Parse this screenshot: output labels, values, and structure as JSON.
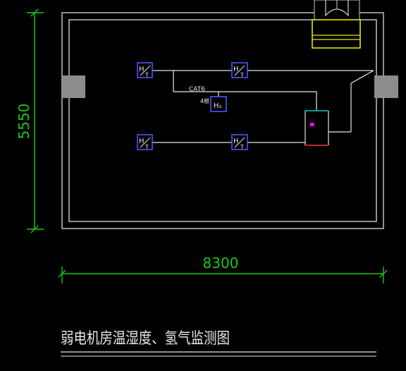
{
  "drawing": {
    "title": "弱电机房温湿度、氢气监测图",
    "dimension_vertical": "5550",
    "dimension_horizontal": "8300",
    "labels": {
      "cable_type": "CAT6",
      "cable_note": "4根",
      "hydrogen_sensor": "H₂"
    },
    "colors": {
      "background": "#000000",
      "dimension": "#19c819",
      "wall": "#b4b4b4",
      "sensor_border": "#4b55ff",
      "wiring": "#e6e6e6",
      "equipment_top": "#e6e600",
      "controller_top": "#00c8c8",
      "controller_bottom": "#ff3030",
      "controller_mark": "#ff00ff"
    }
  }
}
